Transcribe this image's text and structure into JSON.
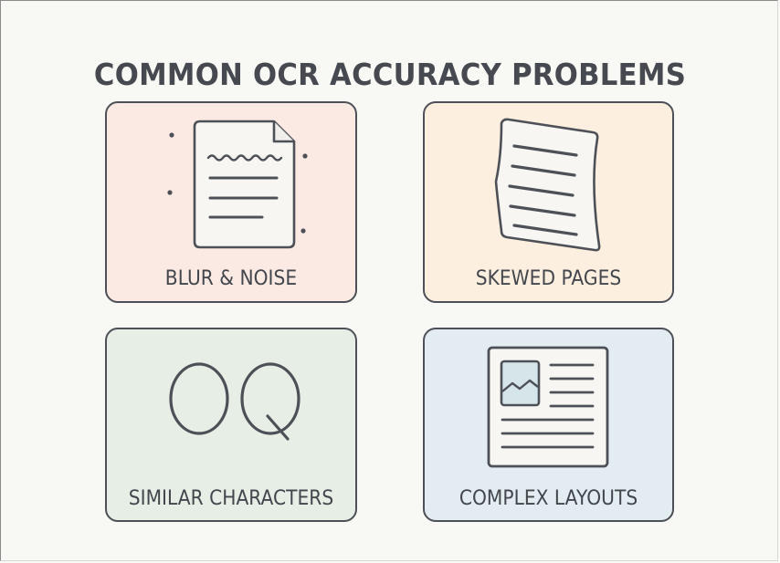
{
  "title": "COMMON OCR ACCURACY PROBLEMS",
  "cards": [
    {
      "label": "BLUR & NOISE",
      "icon": "blurry-document-icon",
      "background": "#fbe9e3"
    },
    {
      "label": "SKEWED PAGES",
      "icon": "skewed-page-icon",
      "background": "#fcefdf"
    },
    {
      "label": "SIMILAR CHARACTERS",
      "icon": "similar-characters-icon",
      "glyphs": "OQ",
      "background": "#e6eee6"
    },
    {
      "label": "COMPLEX LAYOUTS",
      "icon": "complex-layout-icon",
      "background": "#e2ecf1"
    }
  ],
  "colors": {
    "stroke": "#4d5157",
    "text": "#43474d",
    "page_background": "#f8f8f4"
  }
}
